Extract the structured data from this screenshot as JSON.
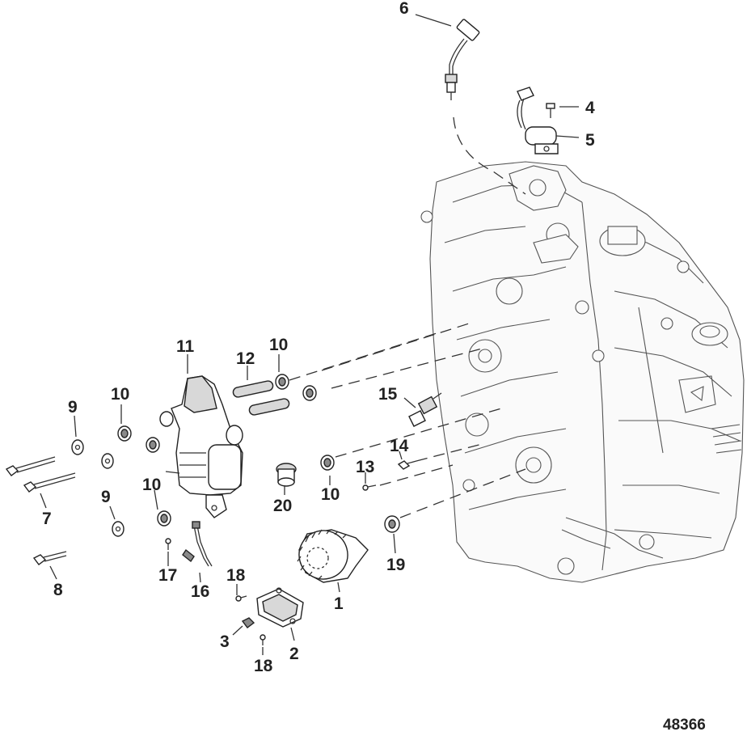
{
  "drawing_number": "48366",
  "callouts": [
    {
      "id": "c1",
      "label": "1"
    },
    {
      "id": "c2",
      "label": "2"
    },
    {
      "id": "c3",
      "label": "3"
    },
    {
      "id": "c4",
      "label": "4"
    },
    {
      "id": "c5",
      "label": "5"
    },
    {
      "id": "c6",
      "label": "6"
    },
    {
      "id": "c7",
      "label": "7"
    },
    {
      "id": "c8",
      "label": "8"
    },
    {
      "id": "c9a",
      "label": "9"
    },
    {
      "id": "c9b",
      "label": "9"
    },
    {
      "id": "c10a",
      "label": "10"
    },
    {
      "id": "c10b",
      "label": "10"
    },
    {
      "id": "c10c",
      "label": "10"
    },
    {
      "id": "c10d",
      "label": "10"
    },
    {
      "id": "c11",
      "label": "11"
    },
    {
      "id": "c12",
      "label": "12"
    },
    {
      "id": "c13",
      "label": "13"
    },
    {
      "id": "c14",
      "label": "14"
    },
    {
      "id": "c15",
      "label": "15"
    },
    {
      "id": "c16",
      "label": "16"
    },
    {
      "id": "c17",
      "label": "17"
    },
    {
      "id": "c18a",
      "label": "18"
    },
    {
      "id": "c18b",
      "label": "18"
    },
    {
      "id": "c19",
      "label": "19"
    },
    {
      "id": "c20",
      "label": "20"
    }
  ]
}
